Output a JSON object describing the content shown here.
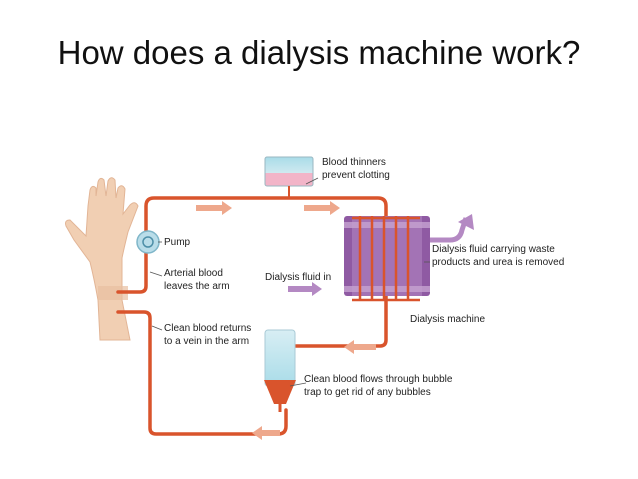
{
  "title": "How does a dialysis machine work?",
  "labels": {
    "blood_thinners": [
      "Blood thinners",
      "prevent clotting"
    ],
    "pump": "Pump",
    "arterial": [
      "Arterial blood",
      "leaves the arm"
    ],
    "dialysis_fluid_in": "Dialysis fluid in",
    "waste_out": [
      "Dialysis fluid carrying waste",
      "products and urea is removed"
    ],
    "dialysis_machine": "Dialysis machine",
    "clean_return": [
      "Clean blood returns",
      "to a vein in the arm"
    ],
    "bubble_trap": [
      "Clean blood flows through bubble",
      "trap to get rid of any bubbles"
    ]
  },
  "colors": {
    "tube": "#d9542c",
    "tube_light": "#eea88c",
    "machine": "#8f5aa3",
    "machine_light": "#c5a3d1",
    "skin": "#f1cfb3",
    "thinner_top": "#a9dce8",
    "thinner_bottom": "#f2b4c8"
  },
  "icons": [
    "hand-icon",
    "pump-icon",
    "syringe-icon",
    "dialyser-icon",
    "bubble-trap-icon"
  ]
}
